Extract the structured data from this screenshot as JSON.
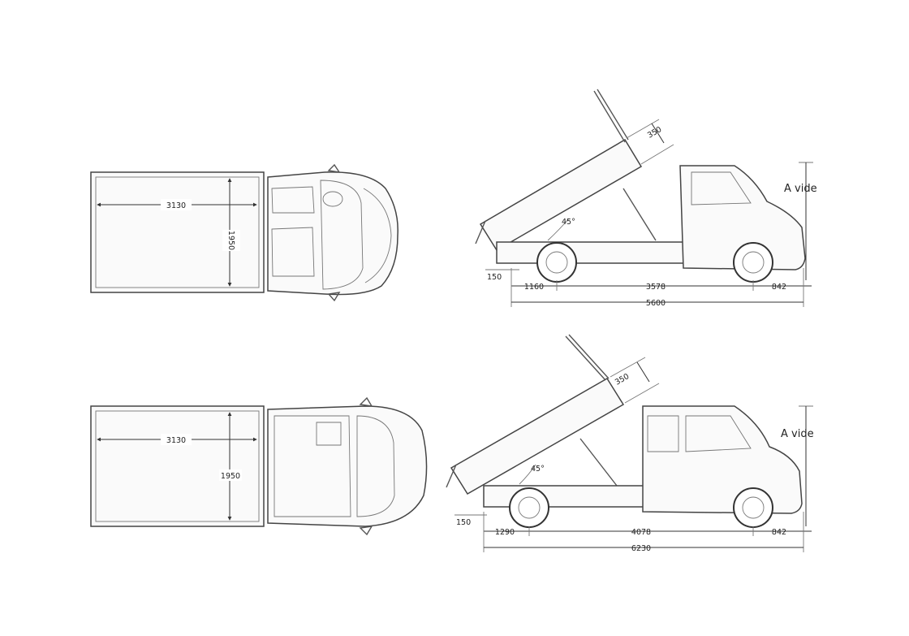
{
  "top_row": {
    "plan": {
      "length": "3130",
      "width": "1950"
    },
    "side": {
      "angle": "45°",
      "height": "350",
      "label": "A vide",
      "rear_step": "150",
      "rear_overhang": "1160",
      "wheelbase": "3578",
      "front_overhang": "842",
      "overall_length": "5600"
    }
  },
  "bottom_row": {
    "plan": {
      "length": "3130",
      "width": "1950"
    },
    "side": {
      "angle": "45°",
      "height": "350",
      "label": "A vide",
      "rear_step": "150",
      "rear_overhang": "1290",
      "wheelbase": "4078",
      "front_overhang": "842",
      "overall_length": "6230"
    }
  }
}
